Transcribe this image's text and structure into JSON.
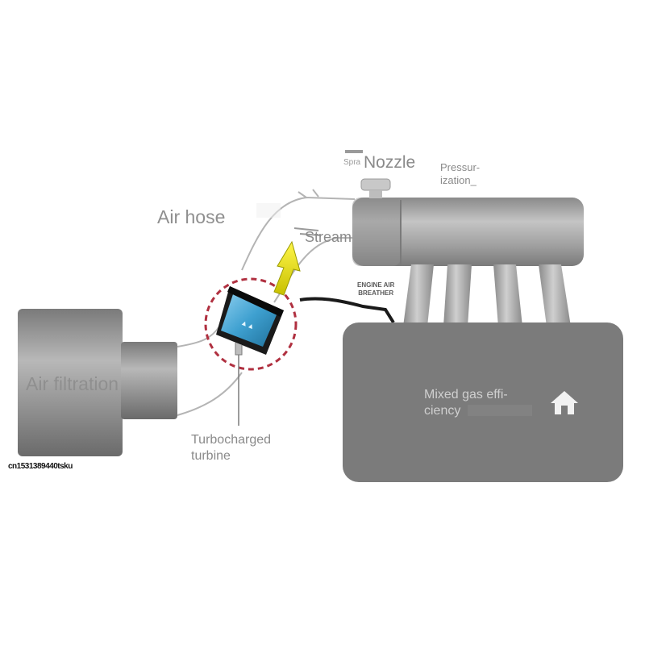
{
  "labels": {
    "air_filtration": "Air filtration",
    "air_hose": "Air hose",
    "stream": "Stream",
    "nozzle": "Nozzle",
    "spray": "Spra",
    "pressurization": [
      "Pressur-",
      "ization_"
    ],
    "engine_air_breather": [
      "ENGINE AIR",
      "BREATHER"
    ],
    "turbocharged_turbine": [
      "Turbocharged",
      "turbine"
    ],
    "mixed_gas_efficiency": [
      "Mixed gas effi-",
      "ciency"
    ],
    "watermark": "cn1531389440tsku"
  },
  "icons": {
    "arrow": "up-arrow-icon",
    "home": "home-icon"
  },
  "colors": {
    "engine_block": "#7b7b7b",
    "filter_body": "#8c8c8c",
    "manifold": "#9a9a9a",
    "turbo": "#3ea0d0",
    "highlight_circle": "#b03040",
    "arrow": "#e8e000"
  }
}
